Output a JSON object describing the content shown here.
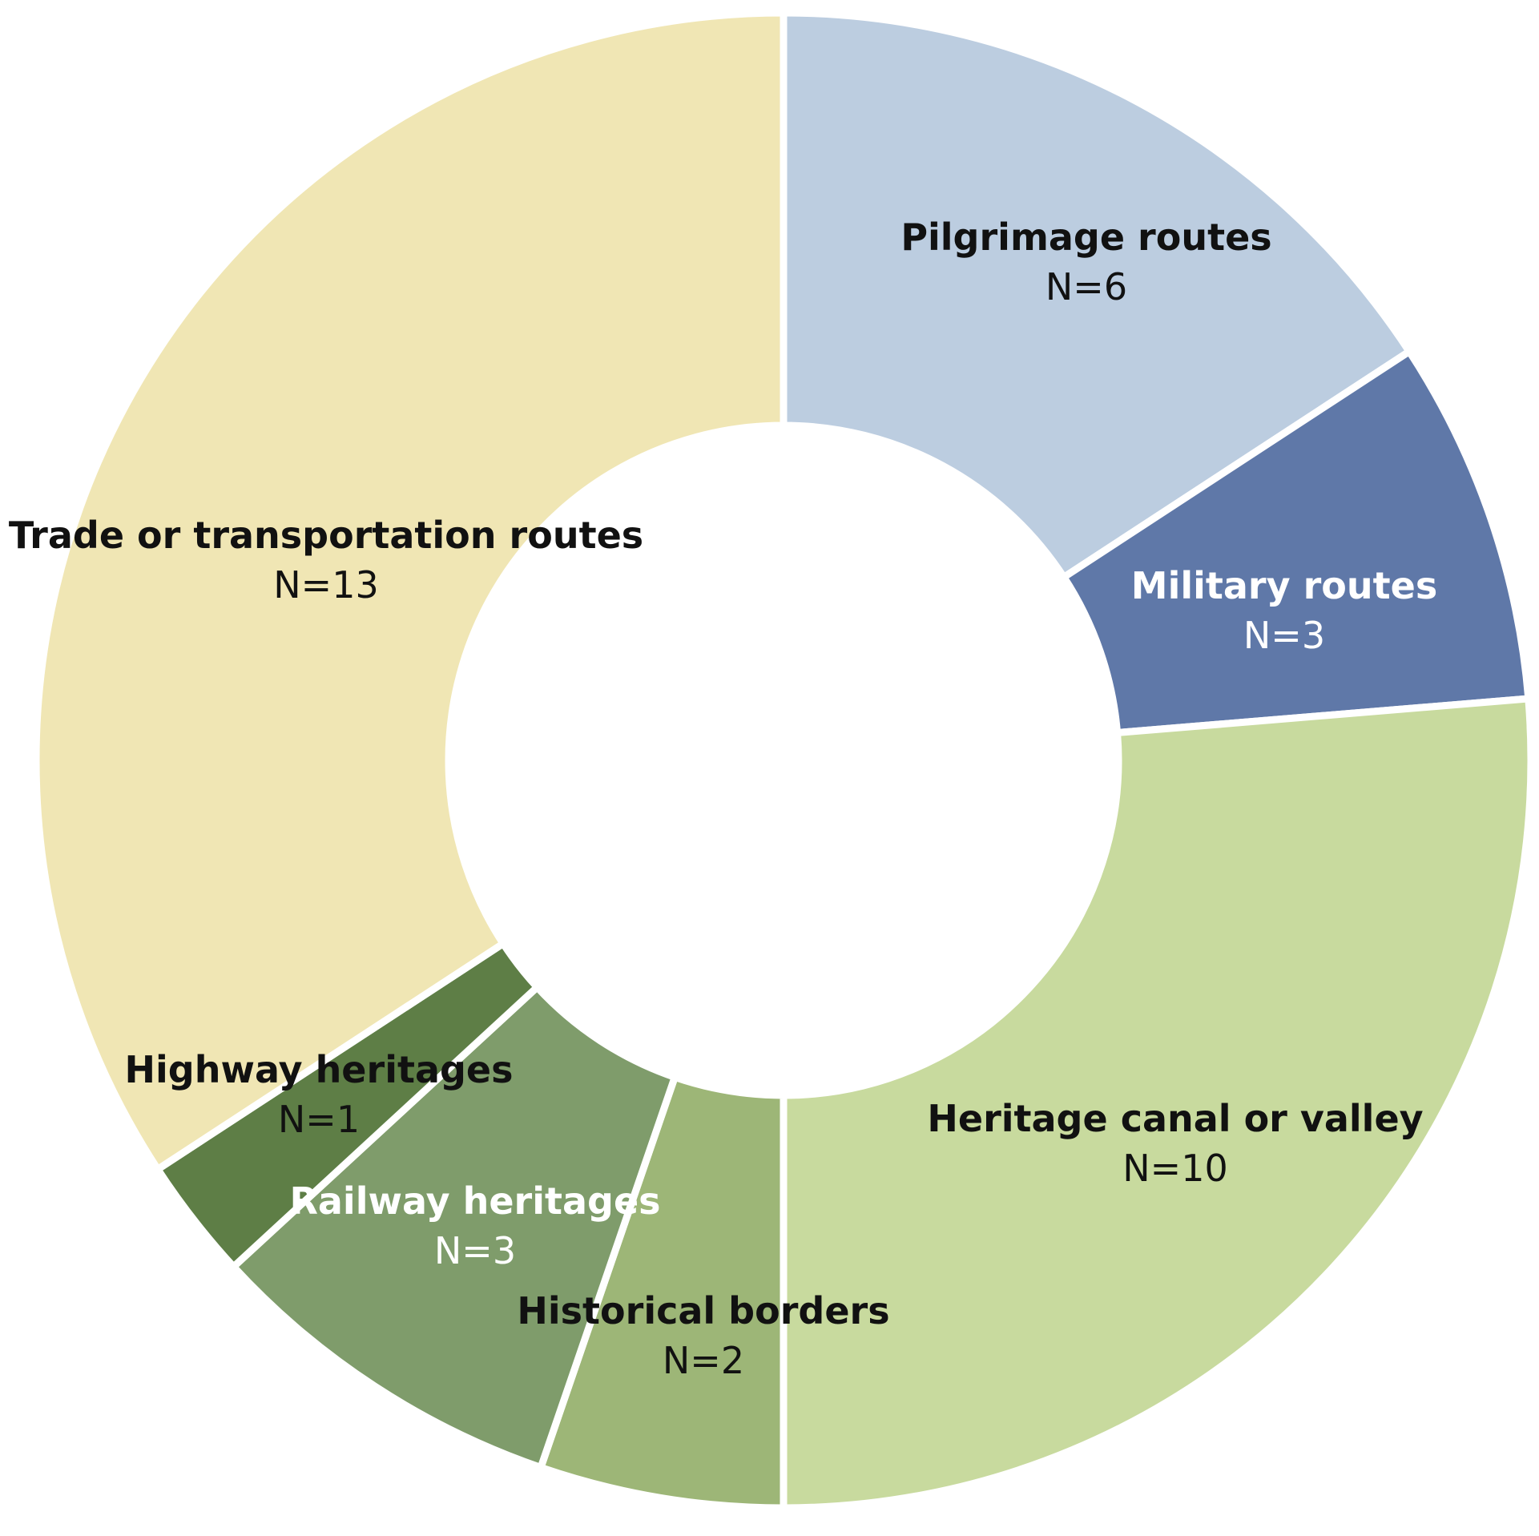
{
  "chart_data": {
    "type": "pie",
    "variant": "donut",
    "start_angle_deg": 0,
    "direction": "clockwise",
    "slices": [
      {
        "label": "Pilgrimage routes",
        "count_label": "N=6",
        "value": 6,
        "color": "#bccde0",
        "text_color": "#111111"
      },
      {
        "label": "Military routes",
        "count_label": "N=3",
        "value": 3,
        "color": "#5f78a8",
        "text_color": "#ffffff"
      },
      {
        "label": "Heritage canal or valley",
        "count_label": "N=10",
        "value": 10,
        "color": "#c8da9e",
        "text_color": "#111111"
      },
      {
        "label": "Historical borders",
        "count_label": "N=2",
        "value": 2,
        "color": "#9db677",
        "text_color": "#111111"
      },
      {
        "label": "Railway heritages",
        "count_label": "N=3",
        "value": 3,
        "color": "#7f9c6b",
        "text_color": "#ffffff"
      },
      {
        "label": "Highway heritages",
        "count_label": "N=1",
        "value": 1,
        "color": "#5e7e46",
        "text_color": "#111111"
      },
      {
        "label": "Trade or transportation routes",
        "count_label": "N=13",
        "value": 13,
        "color": "#f0e6b4",
        "text_color": "#111111"
      }
    ]
  }
}
